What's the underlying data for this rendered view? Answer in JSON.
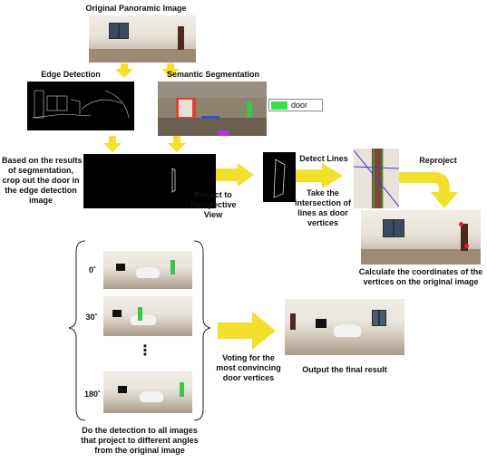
{
  "labels": {
    "original_title": "Original Panoramic Image",
    "edge_title": "Edge Detection",
    "seg_title": "Semantic Segmentation",
    "legend_door": "door",
    "crop_text": [
      "Based on the results",
      "of segmentation,",
      "crop out the door in",
      "the edge detection",
      "image"
    ],
    "project_text": [
      "Project to",
      "Perspective",
      "View"
    ],
    "detect_lines": "Detect Lines",
    "intersection_text": [
      "Take the",
      "intersection of",
      "lines as door",
      "vertices"
    ],
    "reproject": "Reproject",
    "calc_text": [
      "Calculate the coordinates of the",
      "vertices on the original image"
    ],
    "angle_0": "0˚",
    "angle_30": "30˚",
    "angle_180": "180˚",
    "dots": "⋮",
    "detect_all_text": [
      "Do the detection to all images",
      "that project to different angles",
      "from the original image"
    ],
    "voting_text": [
      "Voting for the",
      "most convincing",
      "door vertices"
    ],
    "output_text": "Output the final result"
  },
  "colors": {
    "arrow": "#f2e02a",
    "door_legend": "#39e24a",
    "seg_red": "#e0442c",
    "seg_green": "#39c548",
    "seg_purple": "#b335e0",
    "seg_blue": "#3050d0",
    "vertex_red": "#e02020"
  }
}
